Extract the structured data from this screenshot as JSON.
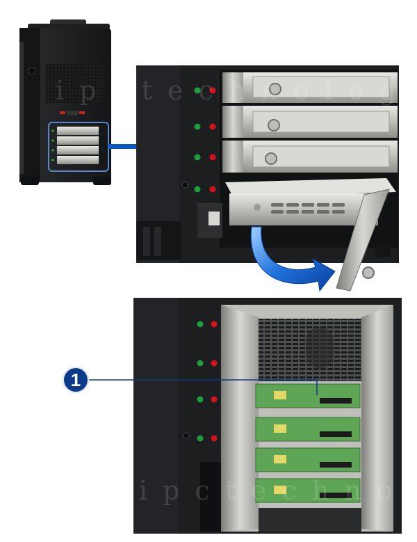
{
  "watermark": "ipctechnology.com",
  "callout": {
    "number": "1"
  },
  "colors": {
    "chassis": "#1b1c1e",
    "tray_metal": "#c9c9c6",
    "led_green": "#1f9d3a",
    "led_red": "#d4141c",
    "pcb_green": "#5ea655",
    "callout_blue": "#0b3a8a",
    "arrow_blue": "#0a57c4"
  },
  "icons": [
    "chassis-front-thumbnail",
    "hdd-tray-bay",
    "eject-arrow-icon",
    "status-led-icon",
    "sata-backplane"
  ]
}
